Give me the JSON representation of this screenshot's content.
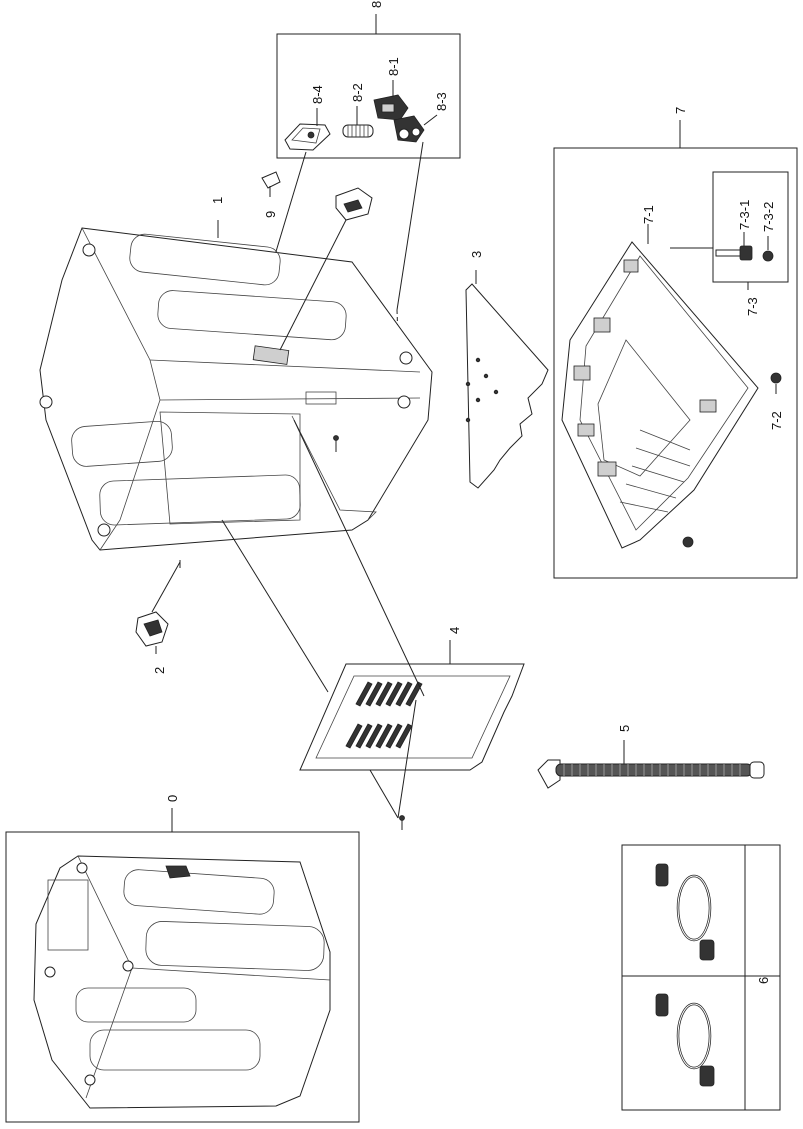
{
  "labels": {
    "p0": "0",
    "p1": "1",
    "p2": "2",
    "p3": "3",
    "p4": "4",
    "p5": "5",
    "p6": "6",
    "p7": "7",
    "p7_1": "7-1",
    "p7_2": "7-2",
    "p7_3": "7-3",
    "p7_3_1": "7-3-1",
    "p7_3_2": "7-3-2",
    "p8": "8",
    "p8_1": "8-1",
    "p8_2": "8-2",
    "p8_3": "8-3",
    "p8_4": "8-4",
    "p9": "9"
  }
}
